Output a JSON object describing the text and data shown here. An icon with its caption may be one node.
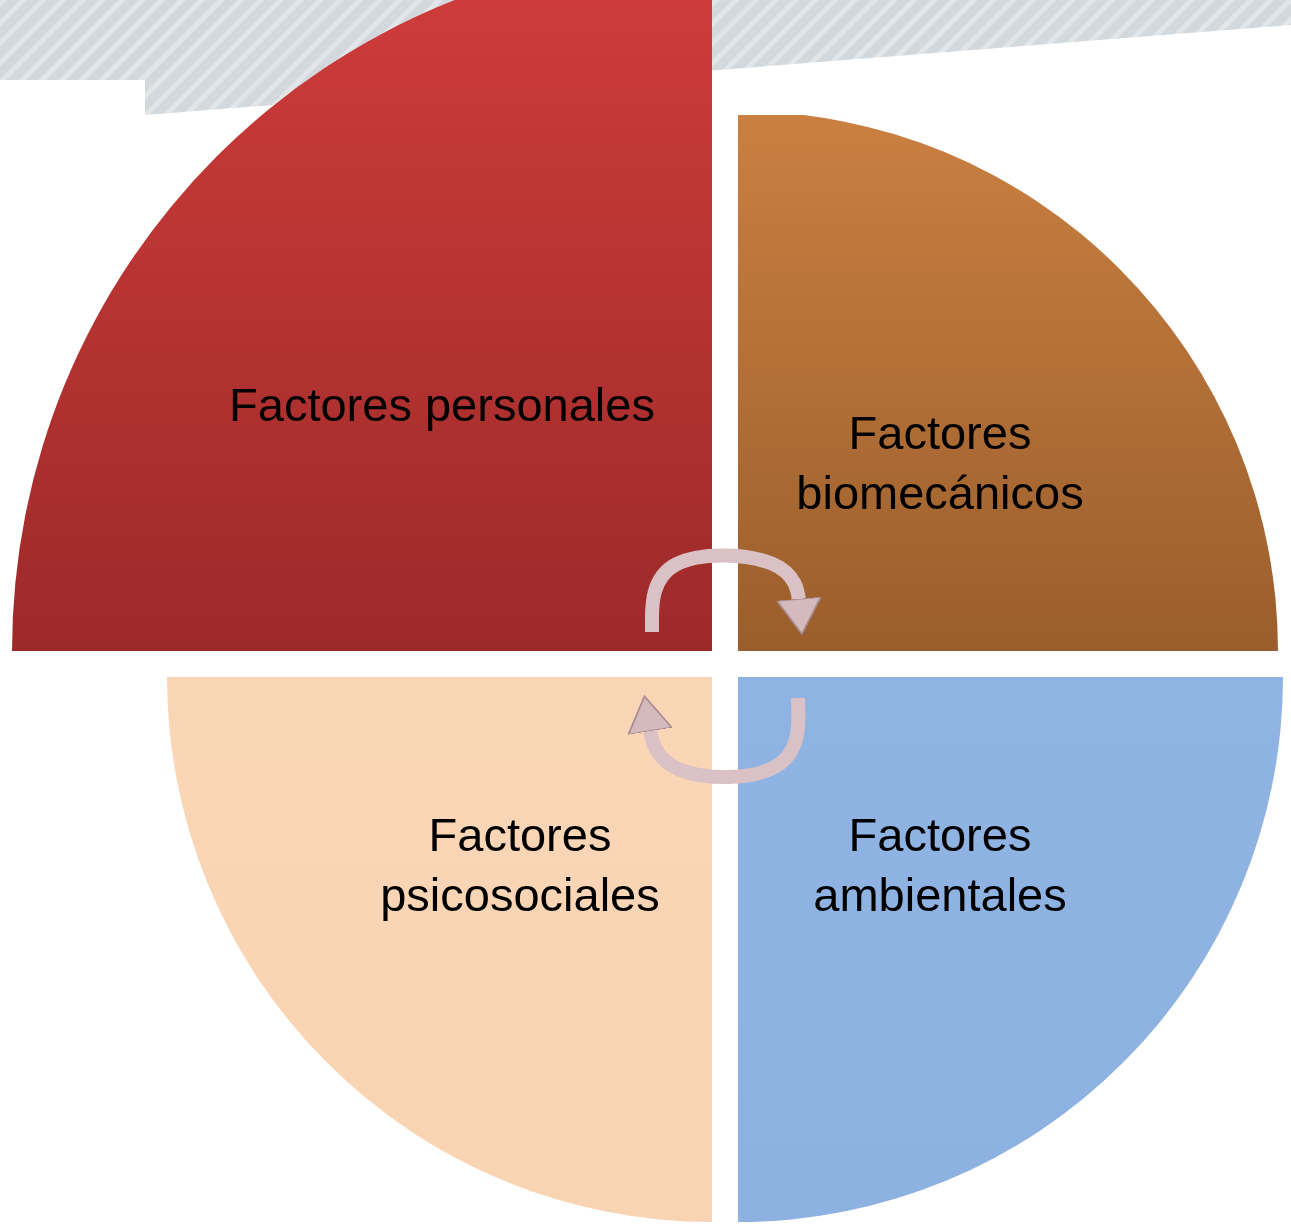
{
  "diagram": {
    "nodes": [
      {
        "text": [
          "Factores personales"
        ]
      },
      {
        "text": [
          "Factores biomecánicos"
        ]
      },
      {
        "text": [
          "Factores psicosociales"
        ]
      },
      {
        "text": [
          "Factores ambientales"
        ]
      }
    ],
    "edges": [
      {
        "from": 0,
        "to": 1,
        "arrow": "to"
      },
      {
        "from": 3,
        "to": 2,
        "arrow": "to"
      }
    ]
  }
}
